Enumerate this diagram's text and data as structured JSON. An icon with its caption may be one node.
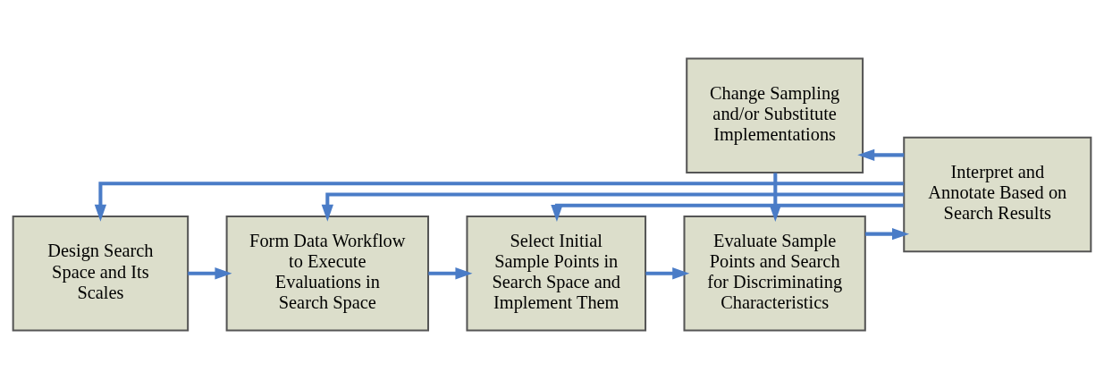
{
  "diagram": {
    "nodes": [
      {
        "text": [
          "Design Search Space and Its Scales"
        ]
      },
      {
        "text": [
          "Form Data Workflow to Execute Evaluations in Search Space"
        ]
      },
      {
        "text": [
          "Select Initial Sample Points in Search Space and Implement Them"
        ]
      },
      {
        "text": [
          "Change Sampling and/or Substitute Implementations"
        ]
      },
      {
        "text": [
          "Evaluate Sample Points and Search for Discriminating Characteristics"
        ]
      },
      {
        "text": [
          "Interpret and Annotate Based on Search Results"
        ]
      }
    ],
    "edges": [
      {
        "from": 0,
        "to": 1,
        "arrow": "to"
      },
      {
        "from": 1,
        "to": 2,
        "arrow": "to"
      },
      {
        "from": 2,
        "to": 4,
        "arrow": "to"
      },
      {
        "from": 4,
        "to": 5,
        "arrow": "to"
      },
      {
        "from": 5,
        "to": 3,
        "arrow": "to"
      },
      {
        "from": 3,
        "to": 4,
        "arrow": "to"
      },
      {
        "from": 5,
        "to": 0,
        "arrow": "to"
      },
      {
        "from": 5,
        "to": 1,
        "arrow": "to"
      },
      {
        "from": 5,
        "to": 2,
        "arrow": "to"
      }
    ]
  }
}
